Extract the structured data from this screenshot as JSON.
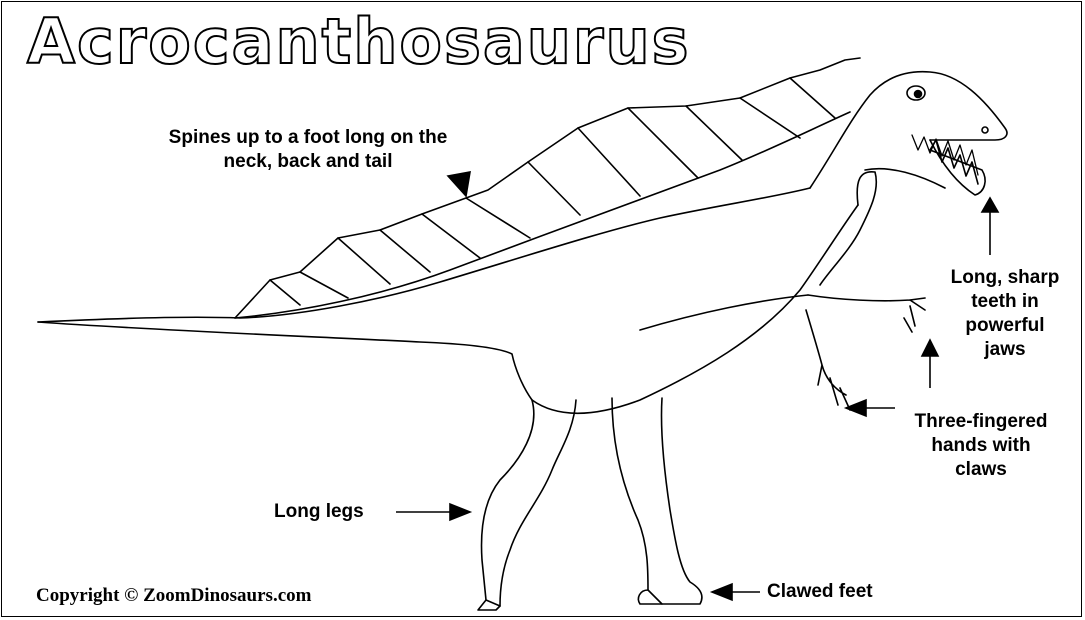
{
  "title": "Acrocanthosaurus",
  "labels": {
    "spines": [
      "Spines up to a foot long on the",
      "neck, back and tail"
    ],
    "teeth": [
      "Long, sharp",
      "teeth in",
      "powerful",
      "jaws"
    ],
    "hands": [
      "Three-fingered",
      "hands with",
      "claws"
    ],
    "legs": "Long legs",
    "feet": "Clawed feet"
  },
  "copyright": "Copyright © ZoomDinosaurs.com",
  "icons": [
    "arrow-icon",
    "eye-icon"
  ],
  "colors": {
    "line": "#000000",
    "background": "#ffffff"
  }
}
